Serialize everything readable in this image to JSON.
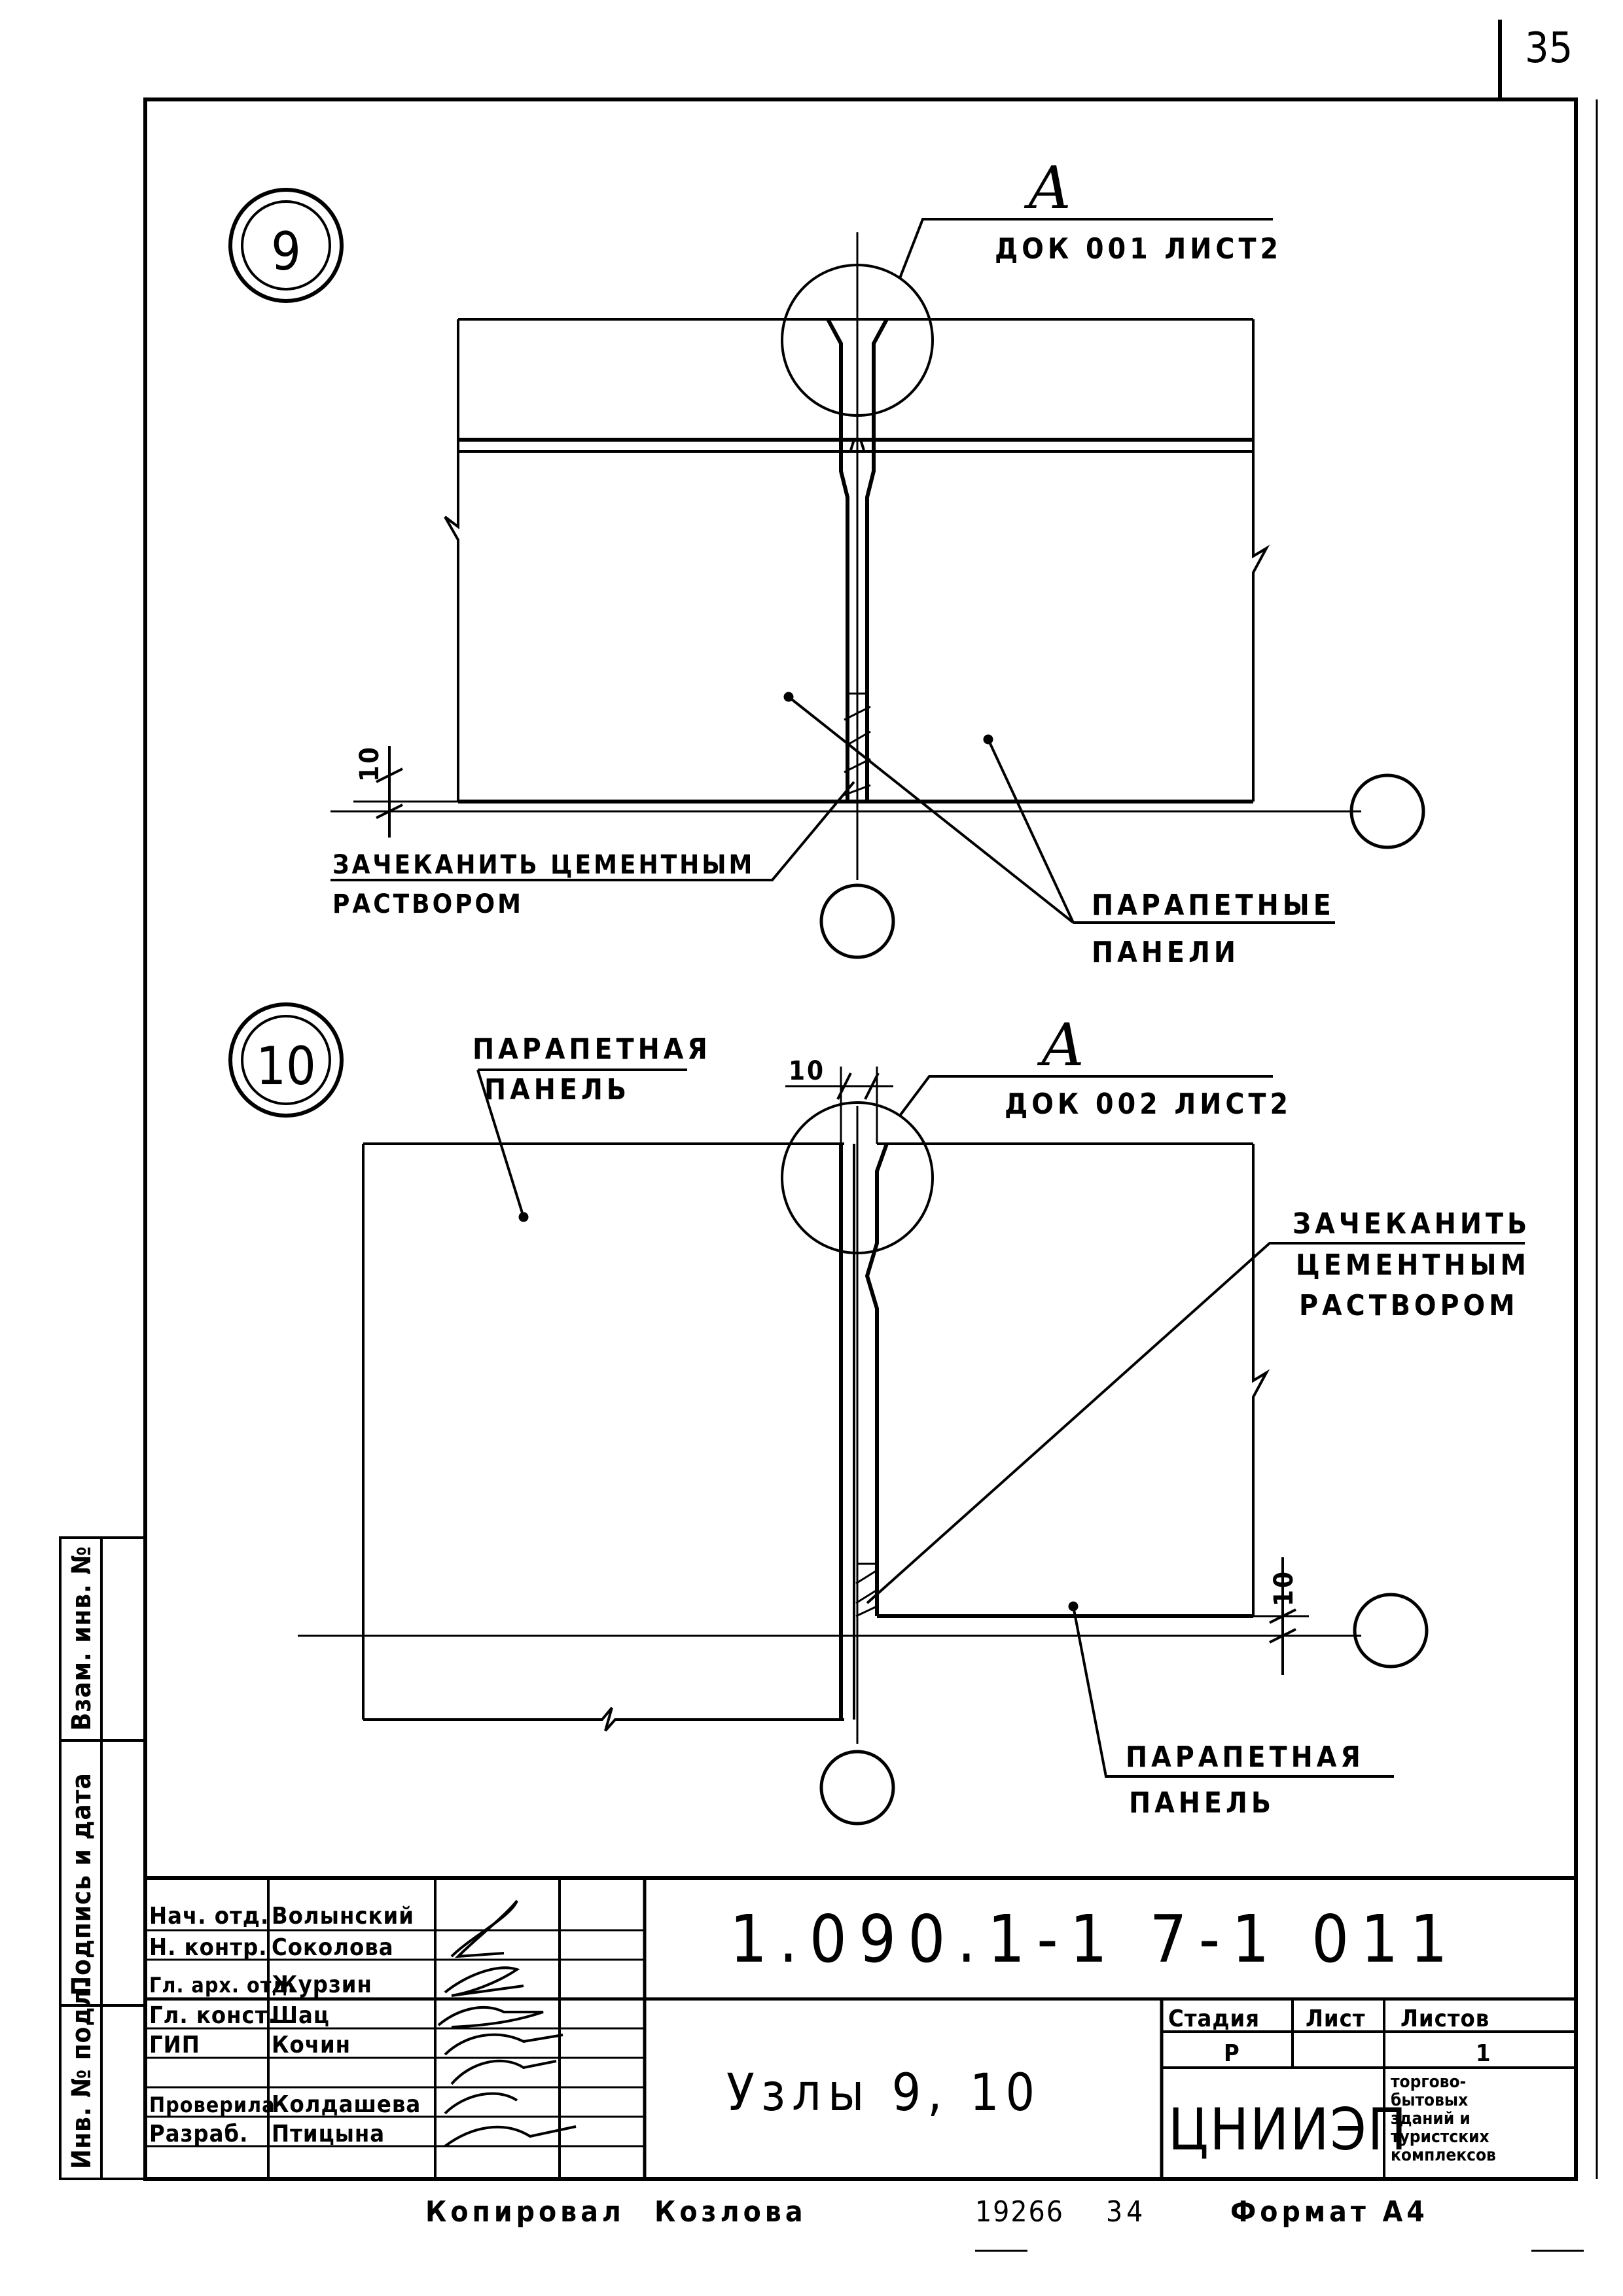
{
  "page": {
    "sheet_number_top": "35",
    "sheet_format": "Формат А4",
    "copied_by": "Копировал",
    "copier_name": "Козлова",
    "order_number": "19266",
    "order_sheet": "34"
  },
  "node9": {
    "number": "9",
    "callout_letter": "А",
    "callout_ref": "ДОК 001 ЛИСТ2",
    "dim_value": "10",
    "note_caulk_line1": "ЗАЧЕКАНИТЬ ЦЕМЕНТНЫМ",
    "note_caulk_line2": "РАСТВОРОМ",
    "note_panels_line1": "ПАРАПЕТНЫЕ",
    "note_panels_line2": "ПАНЕЛИ"
  },
  "node10": {
    "number": "10",
    "callout_letter": "А",
    "callout_ref": "ДОК 002 ЛИСТ2",
    "dim_top": "10",
    "dim_right": "10",
    "note_panel_left_line1": "ПАРАПЕТНАЯ",
    "note_panel_left_line2": "ПАНЕЛЬ",
    "note_caulk_line1": "ЗАЧЕКАНИТЬ",
    "note_caulk_line2": "ЦЕМЕНТНЫМ",
    "note_caulk_line3": "РАСТВОРОМ",
    "note_panel_right_line1": "ПАРАПЕТНАЯ",
    "note_panel_right_line2": "ПАНЕЛЬ"
  },
  "side_stamp": {
    "inv_no": "Инв. № подл.",
    "sign_date": "Подпись и дата",
    "replaces_inv": "Взам. инв. №"
  },
  "title_block": {
    "designation": "1.090.1-1 7-1 011",
    "sheet_title": "Узлы 9, 10",
    "stage_header": "Стадия",
    "sheet_header": "Лист",
    "sheets_header": "Листов",
    "stage_value": "Р",
    "sheet_value": "",
    "sheets_value": "1",
    "organization": "ЦНИИЭП",
    "project_line1": "торгово-",
    "project_line2": "бытовых",
    "project_line3": "зданий и",
    "project_line4": "туристских",
    "project_line5": "комплексов",
    "roles": [
      {
        "role": "Нач. отд.",
        "name": "Волынский"
      },
      {
        "role": "Н. контр.",
        "name": "Соколова"
      },
      {
        "role": "Гл. арх. отд.",
        "name": "Журзин"
      },
      {
        "role": "Гл. конст.",
        "name": "Шац"
      },
      {
        "role": "ГИП",
        "name": "Кочин"
      },
      {
        "role": "Проверила",
        "name": "Колдашева"
      },
      {
        "role": "Разраб.",
        "name": "Птицына"
      }
    ]
  }
}
